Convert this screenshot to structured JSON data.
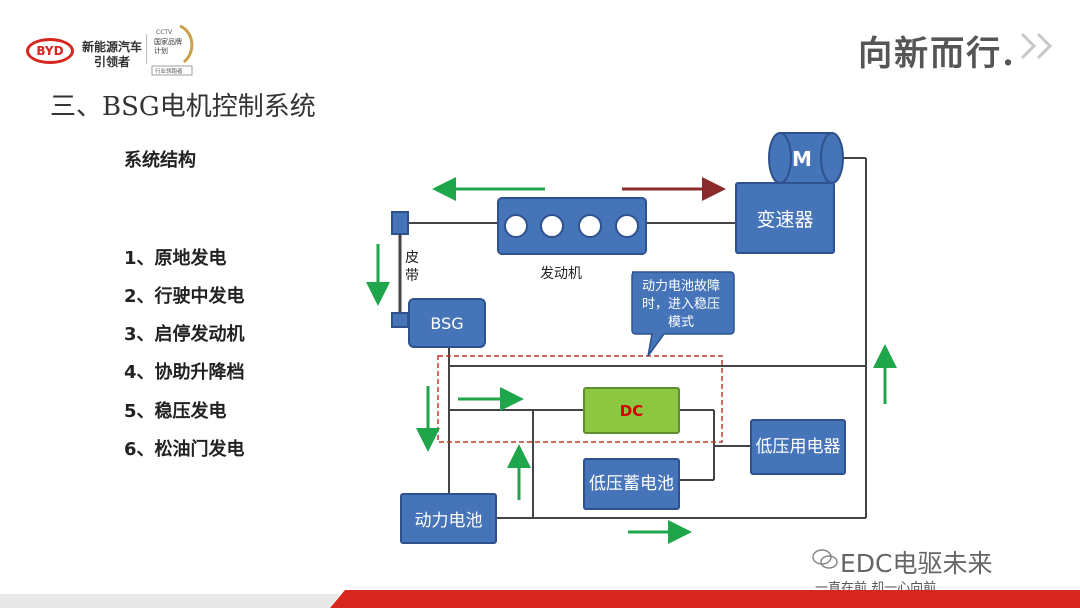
{
  "header": {
    "logo_text": "BYD",
    "brand_line1": "新能源汽车",
    "brand_line2": "引领者",
    "badge_text_top": "CCTV",
    "badge_text_mid1": "国家品牌",
    "badge_text_mid2": "计划",
    "badge_text_bottom": "行业领跑者",
    "slogan": "向新而行.",
    "title": "三、BSG电机控制系统"
  },
  "left_panel": {
    "subtitle": "系统结构",
    "items": [
      "1、原地发电",
      "2、行驶中发电",
      "3、启停发动机",
      "4、协助升降档",
      "5、稳压发电",
      "6、松油门发电"
    ]
  },
  "diagram": {
    "motor_label": "M",
    "gearbox_label": "变速器",
    "engine_label": "发动机",
    "belt_label": "皮带",
    "bsg_label": "BSG",
    "callout_text": "动力电池故障时，进入稳压模式",
    "dc_label": "DC",
    "lv_storage_label": "低压蓄电池",
    "lv_load_label": "低压用电器",
    "battery_label": "动力电池",
    "colors": {
      "box_fill": "#4674b8",
      "box_border": "#2f528f",
      "dc_fill": "#8dc641",
      "dc_text": "#d00000",
      "flow_arrow": "#1fa64a",
      "power_arrow": "#8b2a2a",
      "dashed_region": "#c0392b"
    }
  },
  "footer": {
    "wechat_name": "EDC电驱未来",
    "wechat_sub": "一直在前 却一心向前"
  }
}
